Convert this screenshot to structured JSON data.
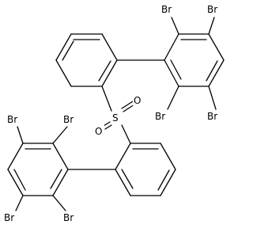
{
  "diagram": {
    "type": "chemical-structure",
    "atoms": {
      "br_top_left": "Br",
      "br_top_right": "Br",
      "br_upper_mid_left": "Br",
      "br_upper_mid_right": "Br",
      "br_left_upper": "Br",
      "br_left_upper2": "Br",
      "br_lower_left": "Br",
      "br_lower_right": "Br",
      "sulfur": "S",
      "oxygen_left": "O",
      "oxygen_right": "O"
    }
  }
}
